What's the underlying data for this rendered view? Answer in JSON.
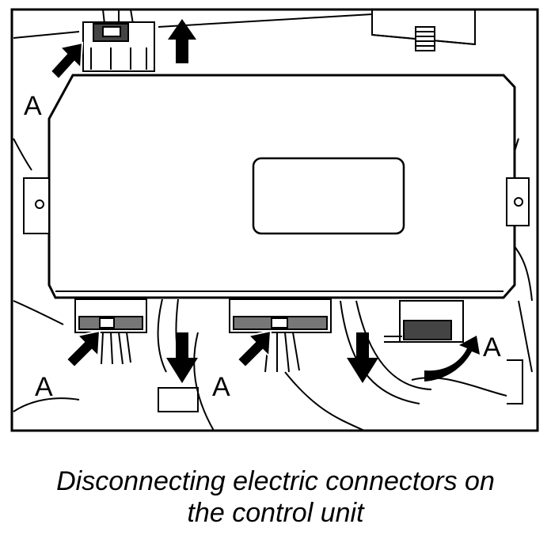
{
  "diagram": {
    "labels": {
      "top_left": "A",
      "bottom_left": "A",
      "bottom_middle": "A",
      "bottom_right": "A"
    }
  },
  "caption": {
    "line1": "Disconnecting electric connectors on",
    "line2": "the control unit"
  }
}
